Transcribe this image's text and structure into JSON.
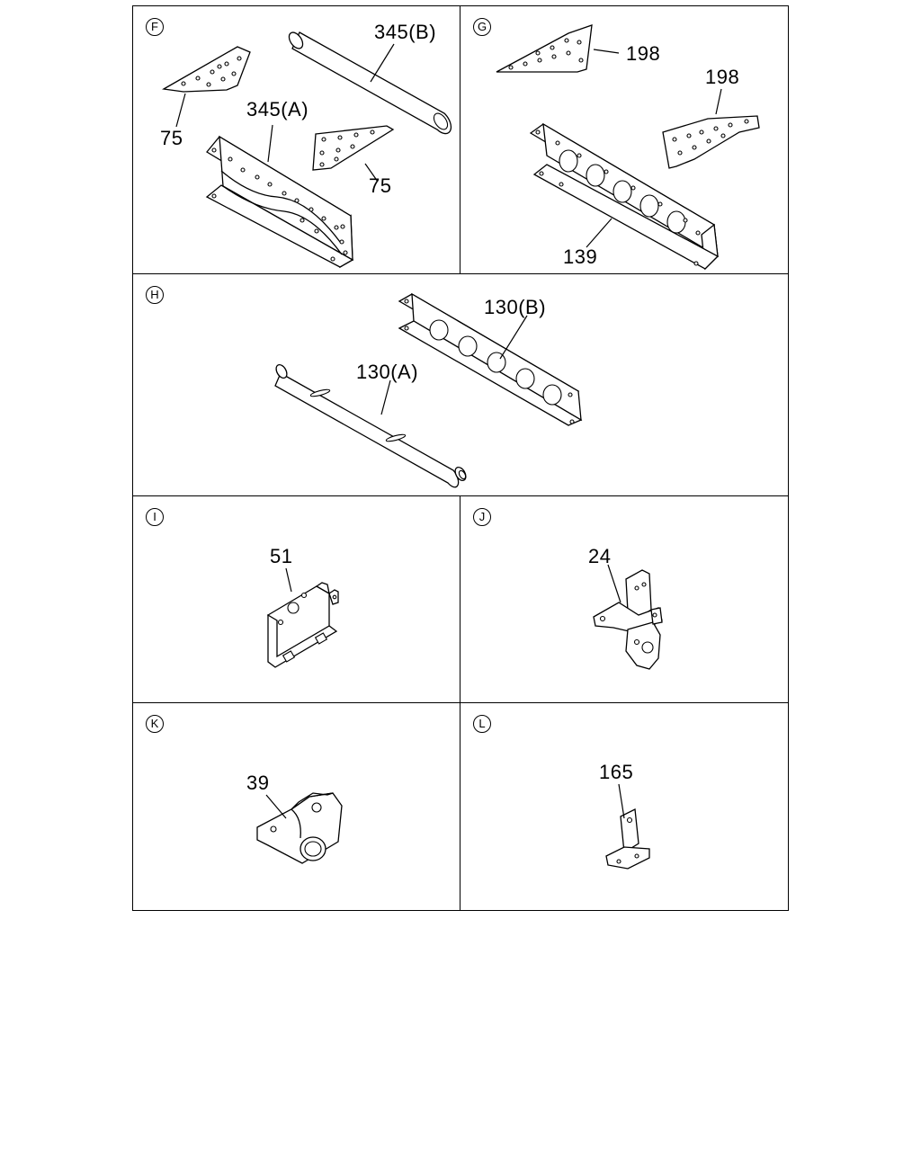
{
  "sections": [
    {
      "id": "F",
      "callouts": [
        "345(B)",
        "345(A)",
        "75",
        "75"
      ]
    },
    {
      "id": "G",
      "callouts": [
        "198",
        "198",
        "139"
      ]
    },
    {
      "id": "H",
      "callouts": [
        "130(B)",
        "130(A)"
      ]
    },
    {
      "id": "I",
      "callouts": [
        "51"
      ]
    },
    {
      "id": "J",
      "callouts": [
        "24"
      ]
    },
    {
      "id": "K",
      "callouts": [
        "39"
      ]
    },
    {
      "id": "L",
      "callouts": [
        "165"
      ]
    }
  ],
  "colors": {
    "line": "#000000",
    "background": "#ffffff"
  }
}
